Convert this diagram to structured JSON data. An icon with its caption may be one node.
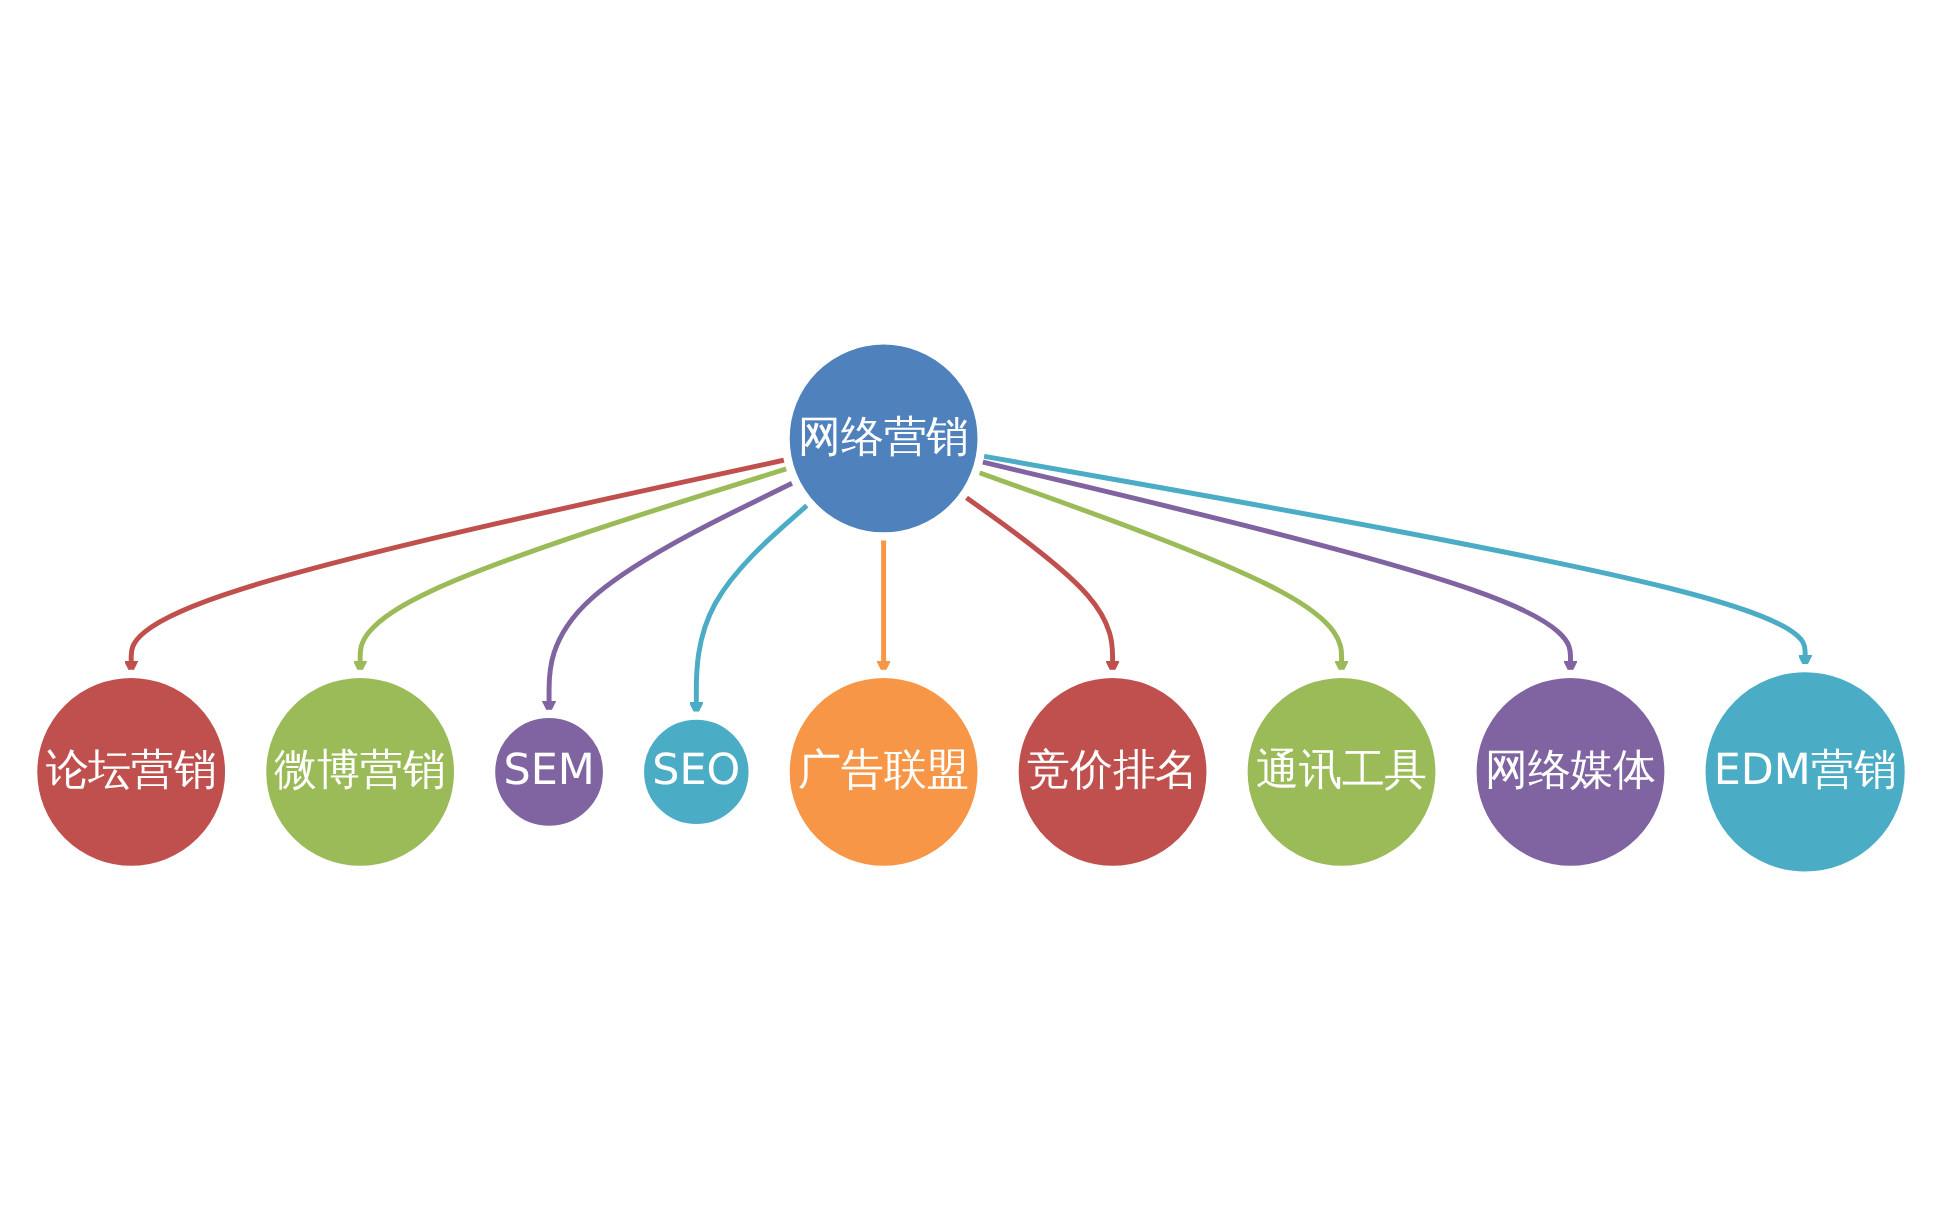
{
  "diagram": {
    "nodes": [
      {
        "text": [
          "网络营销"
        ]
      },
      {
        "text": [
          "论坛营销"
        ]
      },
      {
        "text": [
          "微博营销"
        ]
      },
      {
        "text": [
          "SEM"
        ]
      },
      {
        "text": [
          "SEO"
        ]
      },
      {
        "text": [
          "广告联盟"
        ]
      },
      {
        "text": [
          "竞价排名"
        ]
      },
      {
        "text": [
          "通讯工具"
        ]
      },
      {
        "text": [
          "网络媒体"
        ]
      },
      {
        "text": [
          "EDM营销"
        ]
      }
    ],
    "edges": [
      {
        "from": 0,
        "to": 1,
        "arrow": "to",
        "color": "#c0504d"
      },
      {
        "from": 0,
        "to": 2,
        "arrow": "to",
        "color": "#9bbb59"
      },
      {
        "from": 0,
        "to": 3,
        "arrow": "to",
        "color": "#8064a2"
      },
      {
        "from": 0,
        "to": 4,
        "arrow": "to",
        "color": "#4bacc6"
      },
      {
        "from": 0,
        "to": 5,
        "arrow": "to",
        "color": "#f79646"
      },
      {
        "from": 0,
        "to": 6,
        "arrow": "to",
        "color": "#c0504d"
      },
      {
        "from": 0,
        "to": 7,
        "arrow": "to",
        "color": "#9bbb59"
      },
      {
        "from": 0,
        "to": 8,
        "arrow": "to",
        "color": "#8064a2"
      },
      {
        "from": 0,
        "to": 9,
        "arrow": "to",
        "color": "#4bacc6"
      }
    ]
  }
}
